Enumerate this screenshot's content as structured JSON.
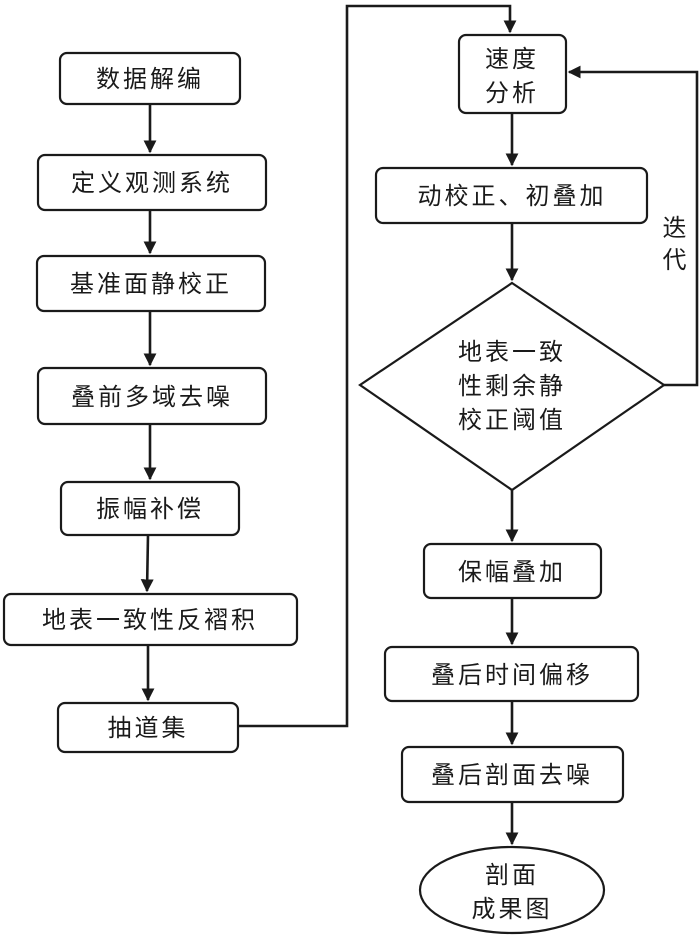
{
  "flowchart": {
    "steps": {
      "data_decoding": "数据解编",
      "define_geometry": "定义观测系统",
      "datum_statics": "基准面静校正",
      "prestack_denoise": "叠前多域去噪",
      "amplitude_compensation": "振幅补偿",
      "surface_consistent_decon": "地表一致性反褶积",
      "trace_extraction": "抽道集",
      "velocity_analysis": [
        "速度",
        "分析"
      ],
      "nmo_initial_stack": "动校正、初叠加",
      "residual_statics_threshold": [
        "地表一致",
        "性剩余静",
        "校正阈值"
      ],
      "amplitude_preserving_stack": "保幅叠加",
      "poststack_time_migration": "叠后时间偏移",
      "poststack_profile_denoise": "叠后剖面去噪",
      "final_section": [
        "剖面",
        "成果图"
      ]
    },
    "edges": {
      "iteration_label": [
        "迭",
        "代"
      ]
    }
  }
}
